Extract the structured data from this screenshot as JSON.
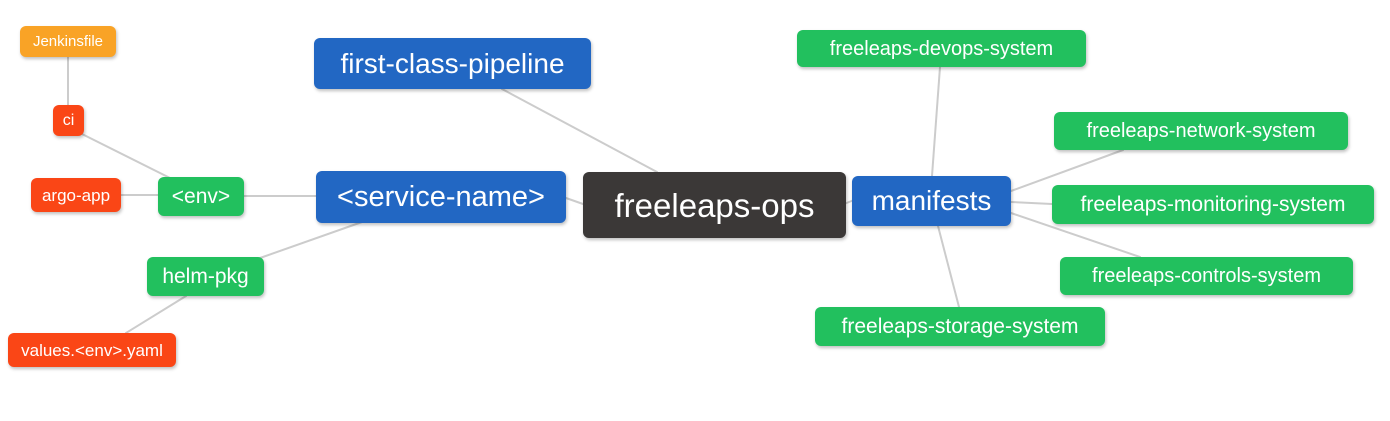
{
  "diagram": {
    "background": "#ffffff",
    "edge_color": "#cccccc",
    "colors": {
      "orange": "#F9A326",
      "red": "#FA4616",
      "green": "#22C05E",
      "blue": "#2267C3",
      "dark": "#3B3837",
      "text": "#ffffff"
    },
    "nodes": [
      {
        "id": "jenkinsfile",
        "label": "Jenkinsfile",
        "color": "#F9A326"
      },
      {
        "id": "ci",
        "label": "ci",
        "color": "#FA4616"
      },
      {
        "id": "argo-app",
        "label": "argo-app",
        "color": "#FA4616"
      },
      {
        "id": "env",
        "label": "<env>",
        "color": "#22C05E"
      },
      {
        "id": "service-name",
        "label": "<service-name>",
        "color": "#2267C3"
      },
      {
        "id": "helm-pkg",
        "label": "helm-pkg",
        "color": "#22C05E"
      },
      {
        "id": "values-env-yaml",
        "label": "values.<env>.yaml",
        "color": "#FA4616"
      },
      {
        "id": "first-class-pipeline",
        "label": "first-class-pipeline",
        "color": "#2267C3"
      },
      {
        "id": "freeleaps-ops",
        "label": "freeleaps-ops",
        "color": "#3B3837"
      },
      {
        "id": "manifests",
        "label": "manifests",
        "color": "#2267C3"
      },
      {
        "id": "freeleaps-devops-system",
        "label": "freeleaps-devops-system",
        "color": "#22C05E"
      },
      {
        "id": "freeleaps-network-system",
        "label": "freeleaps-network-system",
        "color": "#22C05E"
      },
      {
        "id": "freeleaps-monitoring-system",
        "label": "freeleaps-monitoring-system",
        "color": "#22C05E"
      },
      {
        "id": "freeleaps-controls-system",
        "label": "freeleaps-controls-system",
        "color": "#22C05E"
      },
      {
        "id": "freeleaps-storage-system",
        "label": "freeleaps-storage-system",
        "color": "#22C05E"
      }
    ],
    "edges": [
      {
        "from": "jenkinsfile",
        "to": "ci"
      },
      {
        "from": "ci",
        "to": "env"
      },
      {
        "from": "argo-app",
        "to": "env"
      },
      {
        "from": "env",
        "to": "service-name"
      },
      {
        "from": "helm-pkg",
        "to": "service-name"
      },
      {
        "from": "values-env-yaml",
        "to": "helm-pkg"
      },
      {
        "from": "first-class-pipeline",
        "to": "freeleaps-ops"
      },
      {
        "from": "service-name",
        "to": "freeleaps-ops"
      },
      {
        "from": "freeleaps-ops",
        "to": "manifests"
      },
      {
        "from": "manifests",
        "to": "freeleaps-devops-system"
      },
      {
        "from": "manifests",
        "to": "freeleaps-network-system"
      },
      {
        "from": "manifests",
        "to": "freeleaps-monitoring-system"
      },
      {
        "from": "manifests",
        "to": "freeleaps-controls-system"
      },
      {
        "from": "manifests",
        "to": "freeleaps-storage-system"
      }
    ]
  }
}
